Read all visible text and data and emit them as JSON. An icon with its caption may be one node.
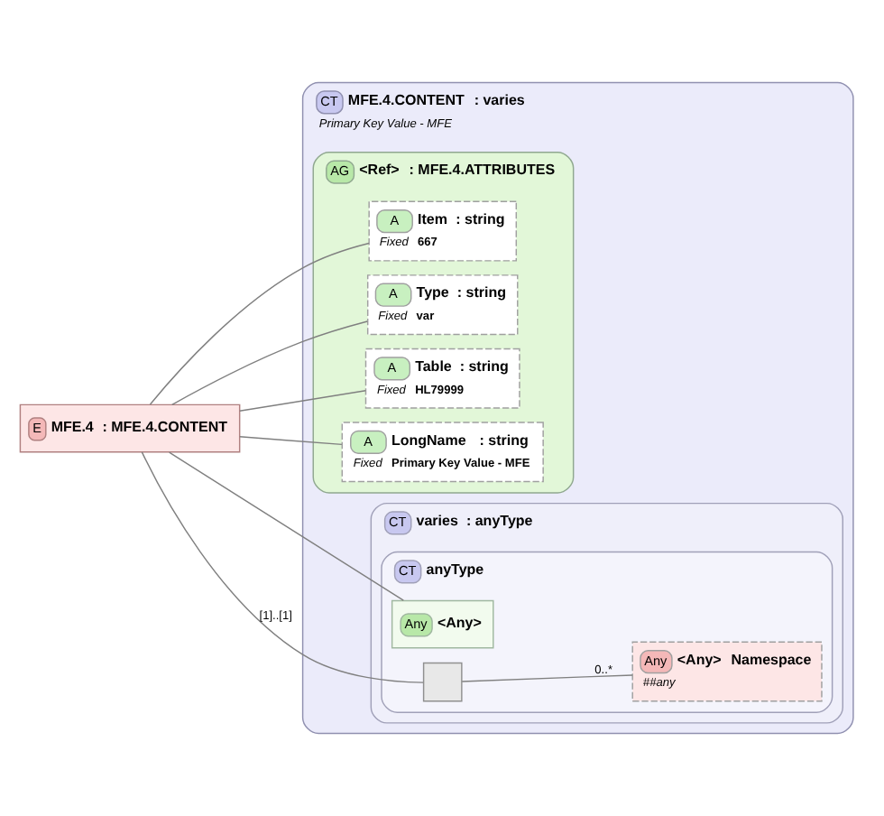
{
  "diagram": {
    "nodes": [
      {
        "text": [
          "E",
          "MFE.4",
          ": MFE.4.CONTENT"
        ]
      },
      {
        "text": [
          "CT",
          "MFE.4.CONTENT",
          ": varies",
          "Primary Key Value - MFE"
        ]
      },
      {
        "text": [
          "AG",
          "<Ref>",
          ": MFE.4.ATTRIBUTES"
        ],
        "in": 1
      },
      {
        "text": [
          "A",
          "Item",
          ": string",
          "Fixed",
          "667"
        ],
        "in": 2
      },
      {
        "text": [
          "A",
          "Type",
          ": string",
          "Fixed",
          "var"
        ],
        "in": 2
      },
      {
        "text": [
          "A",
          "Table",
          ": string",
          "Fixed",
          "HL79999"
        ],
        "in": 2
      },
      {
        "text": [
          "A",
          "LongName",
          ": string",
          "Fixed",
          "Primary Key Value - MFE"
        ],
        "in": 2
      },
      {
        "text": [
          "CT",
          "varies",
          ": anyType"
        ],
        "in": 1
      },
      {
        "text": [
          "CT",
          "anyType"
        ],
        "in": 7
      },
      {
        "text": [
          "Any",
          "<Any>"
        ],
        "in": 8
      },
      {
        "text": [],
        "shape": "box",
        "in": 8
      },
      {
        "text": [
          "Any",
          "<Any>",
          "Namespace",
          "##any"
        ],
        "in": 8
      }
    ],
    "edges": [
      {
        "from": 0,
        "to": 3,
        "arrow": "none"
      },
      {
        "from": 0,
        "to": 4,
        "arrow": "none"
      },
      {
        "from": 0,
        "to": 5,
        "arrow": "none"
      },
      {
        "from": 0,
        "to": 6,
        "arrow": "none"
      },
      {
        "from": 0,
        "to": 9,
        "arrow": "none"
      },
      {
        "from": 0,
        "to": 10,
        "arrow": "none",
        "label": "[1]..[1]"
      },
      {
        "from": 10,
        "to": 11,
        "arrow": "none",
        "label": "0..*"
      }
    ]
  }
}
